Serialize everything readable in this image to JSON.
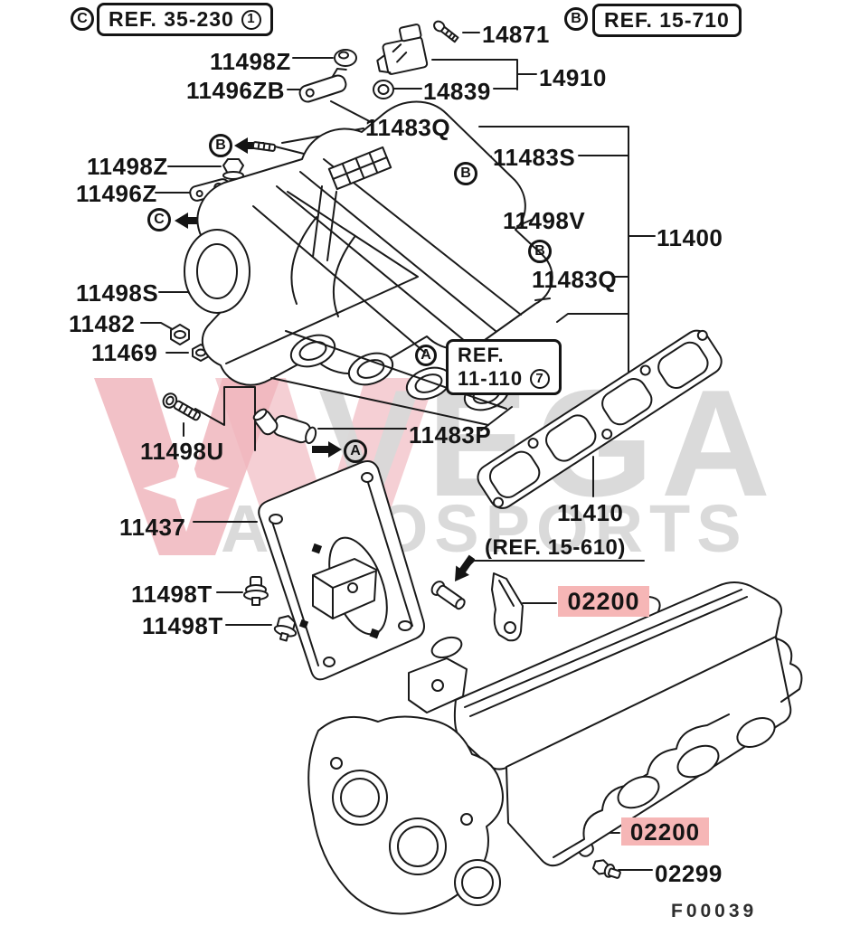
{
  "figure_code": "F00039",
  "watermark": {
    "brand": "VEGA",
    "subbrand": "AUTOSPORTS"
  },
  "colors": {
    "highlight_pink": "#f6b6b6",
    "watermark_gray": "#d8d8d8",
    "watermark_pink": "#f0b6bd",
    "line": "#1a1a1a"
  },
  "ref_boxes": {
    "top_left": {
      "marker": "C",
      "text": "REF. 35-230",
      "badge": "1"
    },
    "top_right": {
      "marker": "B",
      "text": "REF. 15-710"
    },
    "mid": {
      "line1": "REF.",
      "line2": "11-110",
      "badge": "7"
    },
    "note": "(REF. 15-610)"
  },
  "markers": {
    "b_top": "B",
    "c_side": "C",
    "b_mid": "B",
    "b_low": "B",
    "a_ref": "A",
    "a_part": "A"
  },
  "labels": {
    "p14871": "14871",
    "p11498z_top": "11498Z",
    "p11496zb": "11496ZB",
    "p14839": "14839",
    "p14910": "14910",
    "p11483q_top": "11483Q",
    "p11483s": "11483S",
    "p11498z_mid": "11498Z",
    "p11496z": "11496Z",
    "p11498v": "11498V",
    "p11400": "11400",
    "p11483q_low": "11483Q",
    "p11498s": "11498S",
    "p11482": "11482",
    "p11469": "11469",
    "p11498u": "11498U",
    "p11483p": "11483P",
    "p11410": "11410",
    "p11437": "11437",
    "p11498t_1": "11498T",
    "p11498t_2": "11498T",
    "p02299": "02299"
  },
  "highlights": {
    "h02200_top": "02200",
    "h02200_bottom": "02200"
  }
}
